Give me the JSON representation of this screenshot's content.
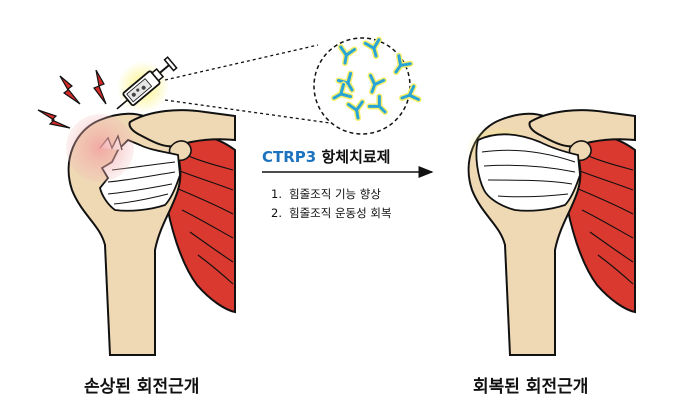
{
  "captions": {
    "left": "손상된 회전근개",
    "right": "회복된 회전근개"
  },
  "therapy": {
    "name": "CTRP3",
    "type": "항체치료제",
    "steps": [
      {
        "num": "1.",
        "text": "힘줄조직 기능 향상"
      },
      {
        "num": "2.",
        "text": "힘줄조직 운동성 회복"
      }
    ]
  },
  "colors": {
    "bone": "#efd8b4",
    "muscle": "#d9392f",
    "tendon": "#ffffff",
    "pain": "#d42a2a",
    "antibody": "#2aa4d6",
    "antibody_glow": "#f6f07a",
    "syringe_glow": "#fbf07a",
    "injury_glow": "#f3a3a3",
    "title_accent": "#1e73be"
  },
  "icons": {
    "pain": "lightning-bolt-icon",
    "injection": "syringe-icon",
    "antibody": "antibody-y-icon"
  }
}
